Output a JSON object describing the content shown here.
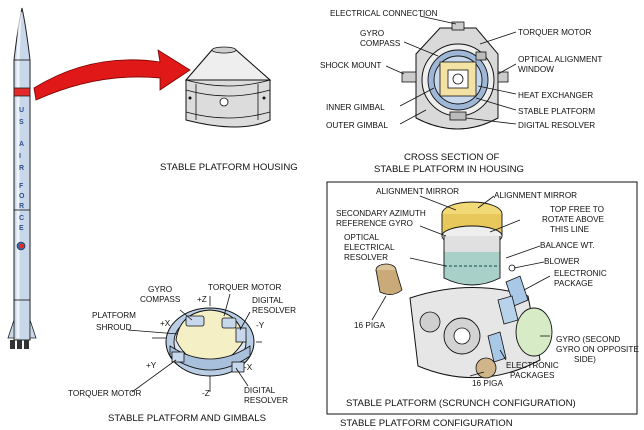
{
  "rocket": {
    "lettering": [
      "U",
      "S",
      "A",
      "I",
      "R",
      "F",
      "O",
      "R",
      "C",
      "E"
    ],
    "colors": {
      "body": "#c8d8ea",
      "stripe": "#e22a2a",
      "arrow": "#e01818"
    }
  },
  "housing": {
    "caption": "STABLE PLATFORM HOUSING"
  },
  "cross_section": {
    "labels": {
      "electrical_connection": "ELECTRICAL CONNECTION",
      "gyro": "GYRO",
      "compass": "COMPASS",
      "torquer_motor": "TORQUER MOTOR",
      "shock_mount": "SHOCK MOUNT",
      "optical_alignment": "OPTICAL ALIGNMENT",
      "window": "WINDOW",
      "heat_exchanger": "HEAT EXCHANGER",
      "inner_gimbal": "INNER GIMBAL",
      "stable_platform": "STABLE PLATFORM",
      "outer_gimbal": "OUTER GIMBAL",
      "digital_resolver": "DIGITAL RESOLVER"
    },
    "caption_line1": "CROSS SECTION OF",
    "caption_line2": "STABLE PLATFORM IN HOUSING"
  },
  "gimbals": {
    "labels": {
      "gyro": "GYRO",
      "compass": "COMPASS",
      "torquer_motor_top": "TORQUER MOTOR",
      "plus_z": "+Z",
      "digital_top": "DIGITAL",
      "resolver_top": "RESOLVER",
      "platform": "PLATFORM",
      "shroud": "SHROUD",
      "plus_x": "+X",
      "minus_y": "-Y",
      "plus_y": "+Y",
      "minus_x": "-X",
      "torquer_motor_bottom": "TORQUER MOTOR",
      "minus_z": "-Z",
      "digital_bottom": "DIGITAL",
      "resolver_bottom": "RESOLVER"
    },
    "caption": "STABLE PLATFORM AND GIMBALS"
  },
  "scrunch": {
    "labels": {
      "alignment_mirror_left": "ALIGNMENT MIRROR",
      "alignment_mirror_right": "ALIGNMENT MIRROR",
      "secondary_azimuth": "SECONDARY AZIMUTH",
      "reference_gyro": "REFERENCE GYRO",
      "top_free_1": "TOP FREE TO",
      "top_free_2": "ROTATE ABOVE",
      "top_free_3": "THIS LINE",
      "optical": "OPTICAL",
      "electrical": "ELECTRICAL",
      "resolver": "RESOLVER",
      "balance_wt": "BALANCE WT.",
      "blower": "BLOWER",
      "electronic": "ELECTRONIC",
      "package": "PACKAGE",
      "piga_16_left": "16 PIGA",
      "gyro_second_1": "GYRO (SECOND",
      "gyro_second_2": "GYRO ON OPPOSITE",
      "gyro_second_3": "SIDE)",
      "electronic_2": "ELECTRONIC",
      "packages": "PACKAGES",
      "piga_16_bottom": "16 PIGA"
    },
    "inner_caption": "STABLE PLATFORM (SCRUNCH CONFIGURATION)",
    "caption": "STABLE PLATFORM CONFIGURATION"
  }
}
